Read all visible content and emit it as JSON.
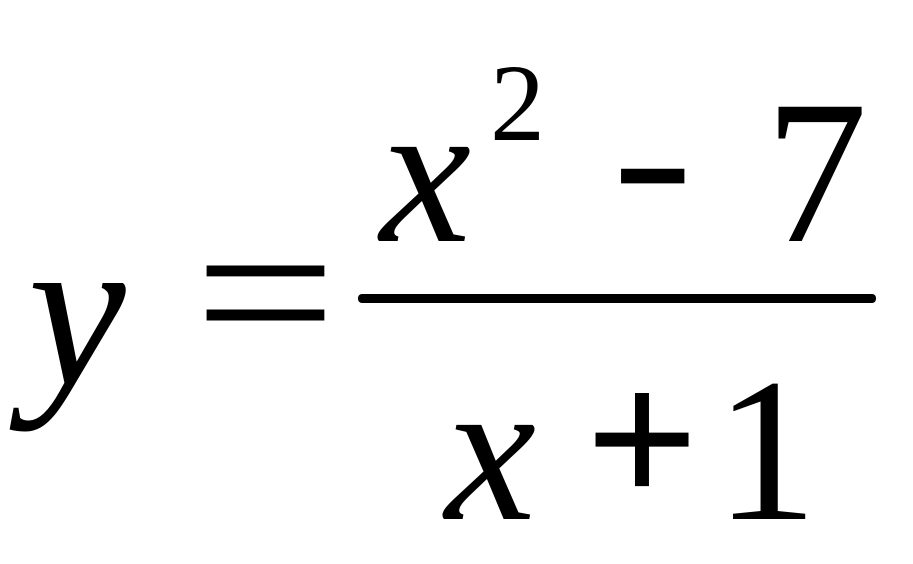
{
  "formula": {
    "lhs": "y",
    "equals": "=",
    "numerator": {
      "variable": "x",
      "exponent": "2",
      "operator": "-",
      "constant": "7"
    },
    "denominator": {
      "variable": "x",
      "operator": "+",
      "constant": "1"
    }
  }
}
